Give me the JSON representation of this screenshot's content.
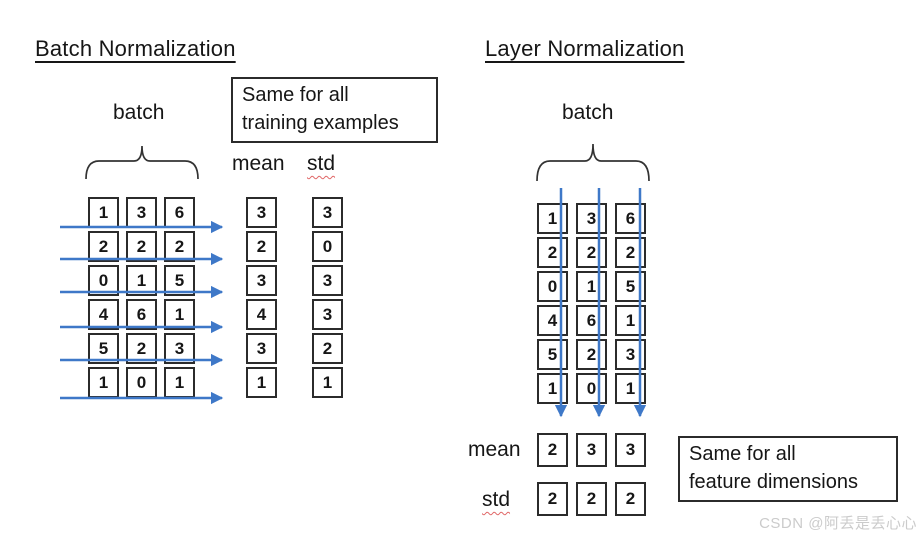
{
  "batch_norm": {
    "title": "Batch Normalization",
    "batch_label": "batch",
    "note": {
      "line1": "Same for all",
      "line2": "training examples"
    },
    "mean_label": "mean",
    "std_label": "std",
    "grid": [
      [
        1,
        3,
        6
      ],
      [
        2,
        2,
        2
      ],
      [
        0,
        1,
        5
      ],
      [
        4,
        6,
        1
      ],
      [
        5,
        2,
        3
      ],
      [
        1,
        0,
        1
      ]
    ],
    "mean": [
      3,
      2,
      3,
      4,
      3,
      1
    ],
    "std": [
      3,
      0,
      3,
      3,
      2,
      1
    ]
  },
  "layer_norm": {
    "title": "Layer Normalization",
    "batch_label": "batch",
    "note": {
      "line1": "Same for all",
      "line2": "feature dimensions"
    },
    "mean_label": "mean",
    "std_label": "std",
    "grid": [
      [
        1,
        3,
        6
      ],
      [
        2,
        2,
        2
      ],
      [
        0,
        1,
        5
      ],
      [
        4,
        6,
        1
      ],
      [
        5,
        2,
        3
      ],
      [
        1,
        0,
        1
      ]
    ],
    "mean": [
      2,
      3,
      3
    ],
    "std": [
      2,
      2,
      2
    ]
  },
  "watermark": "CSDN @阿丢是丢心心",
  "colors": {
    "arrow": "#3e78c8",
    "border": "#2b2b2b",
    "squiggle": "#e06666",
    "watermark": "#cbcbcb"
  }
}
